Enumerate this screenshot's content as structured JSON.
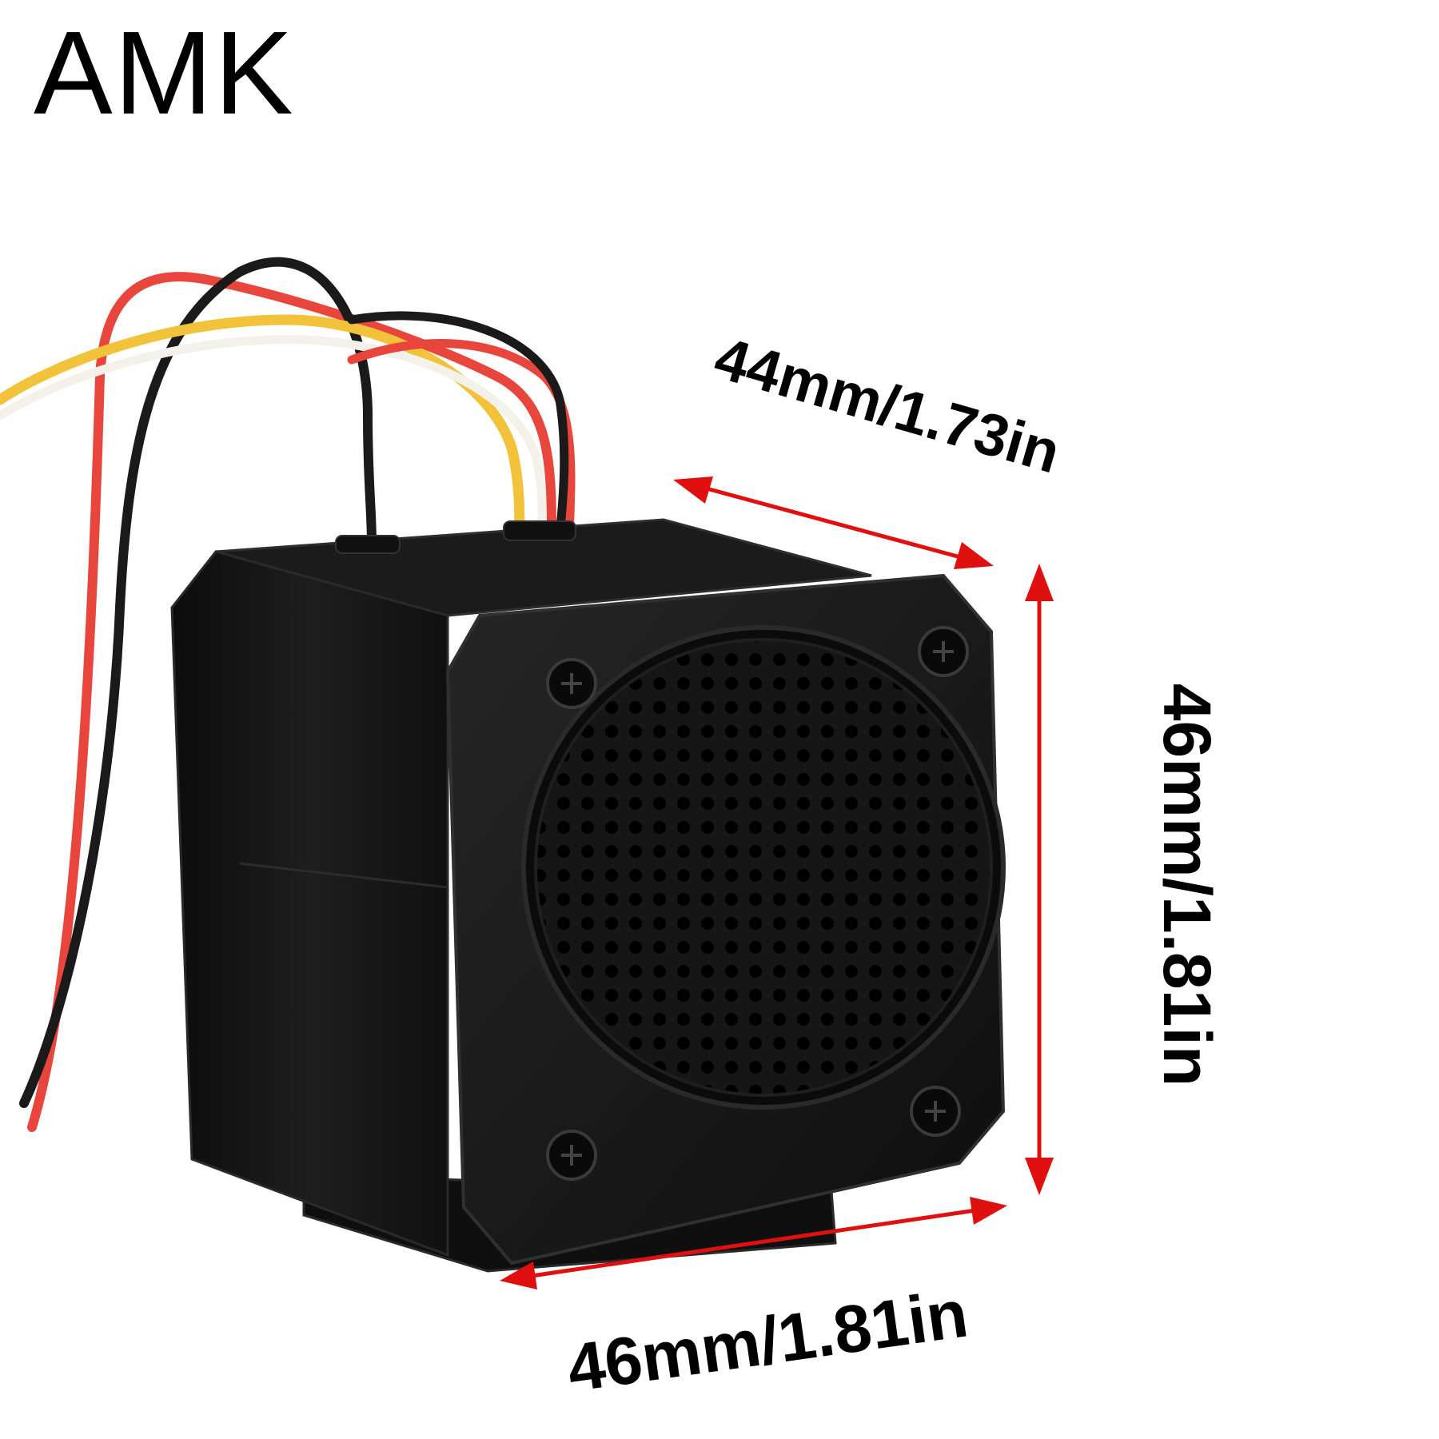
{
  "brand": "AMK",
  "dimensions": {
    "width": "44mm/1.73in",
    "height": "46mm/1.81in",
    "depth": "46mm/1.81in"
  },
  "colors": {
    "arrow": "#e01010",
    "body": "#141414",
    "wire_red": "#e8453c",
    "wire_black": "#1a1a1a",
    "wire_yellow": "#f2c23a",
    "wire_white": "#f4f1ea"
  },
  "subject": {
    "icon": "speaker-icon",
    "grille_icon": "grille-icon",
    "screw_icon": "screw-icon"
  }
}
